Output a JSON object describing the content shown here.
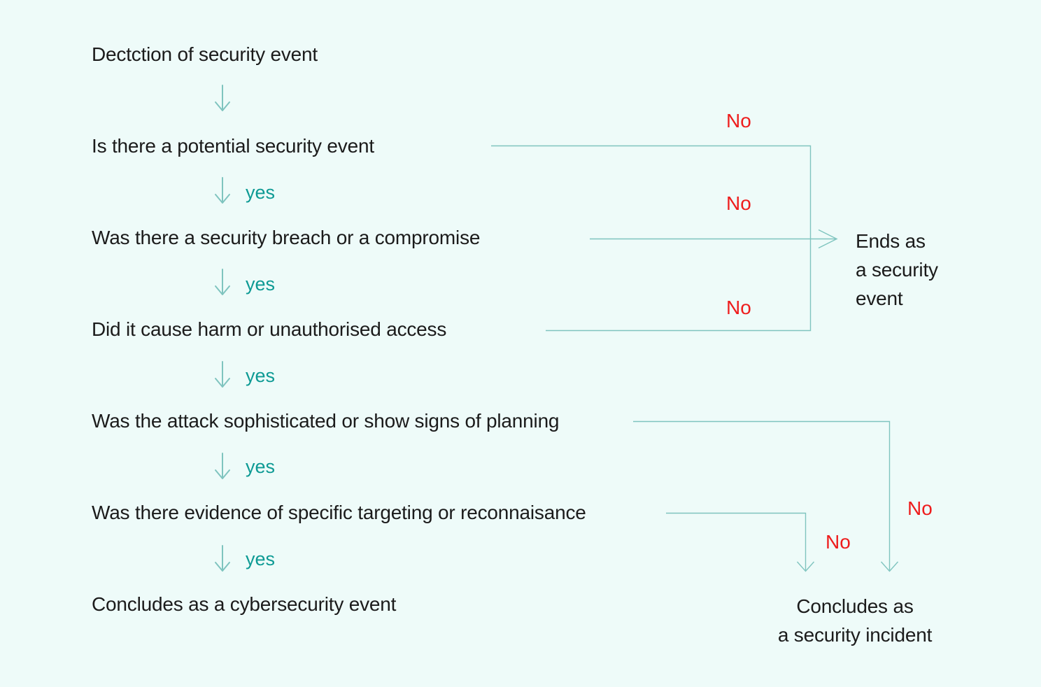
{
  "colors": {
    "background": "#eefbf9",
    "text": "#1b1b1b",
    "yes_accent": "#0d9a94",
    "no_accent": "#ee1d1d",
    "connector": "#7fc4bf"
  },
  "nodes": {
    "start": "Dectction of security event",
    "q_potential": "Is there a potential security event",
    "q_breach": "Was there a security breach or a compromise",
    "q_harm": "Did it cause harm or unauthorised access",
    "q_sophisticated": "Was the attack sophisticated or show signs of planning",
    "q_targeting": "Was there evidence of specific targeting or reconnaisance",
    "concludes_cybersecurity_event": "Concludes as a cybersecurity event",
    "ends_security_event": {
      "line1": "Ends as",
      "line2": "a security",
      "line3": "event"
    },
    "concludes_security_incident": {
      "line1": "Concludes as",
      "line2": "a security incident"
    }
  },
  "labels": {
    "yes": "yes",
    "no": "No"
  },
  "edges": [
    {
      "from": "start",
      "to": "q_potential",
      "label": ""
    },
    {
      "from": "q_potential",
      "to": "q_breach",
      "label": "yes"
    },
    {
      "from": "q_potential",
      "to": "ends_security_event",
      "label": "No"
    },
    {
      "from": "q_breach",
      "to": "q_harm",
      "label": "yes"
    },
    {
      "from": "q_breach",
      "to": "ends_security_event",
      "label": "No"
    },
    {
      "from": "q_harm",
      "to": "q_sophisticated",
      "label": "yes"
    },
    {
      "from": "q_harm",
      "to": "ends_security_event",
      "label": "No"
    },
    {
      "from": "q_sophisticated",
      "to": "q_targeting",
      "label": "yes"
    },
    {
      "from": "q_sophisticated",
      "to": "concludes_security_incident",
      "label": "No"
    },
    {
      "from": "q_targeting",
      "to": "concludes_cybersecurity_event",
      "label": "yes"
    },
    {
      "from": "q_targeting",
      "to": "concludes_security_incident",
      "label": "No"
    }
  ]
}
